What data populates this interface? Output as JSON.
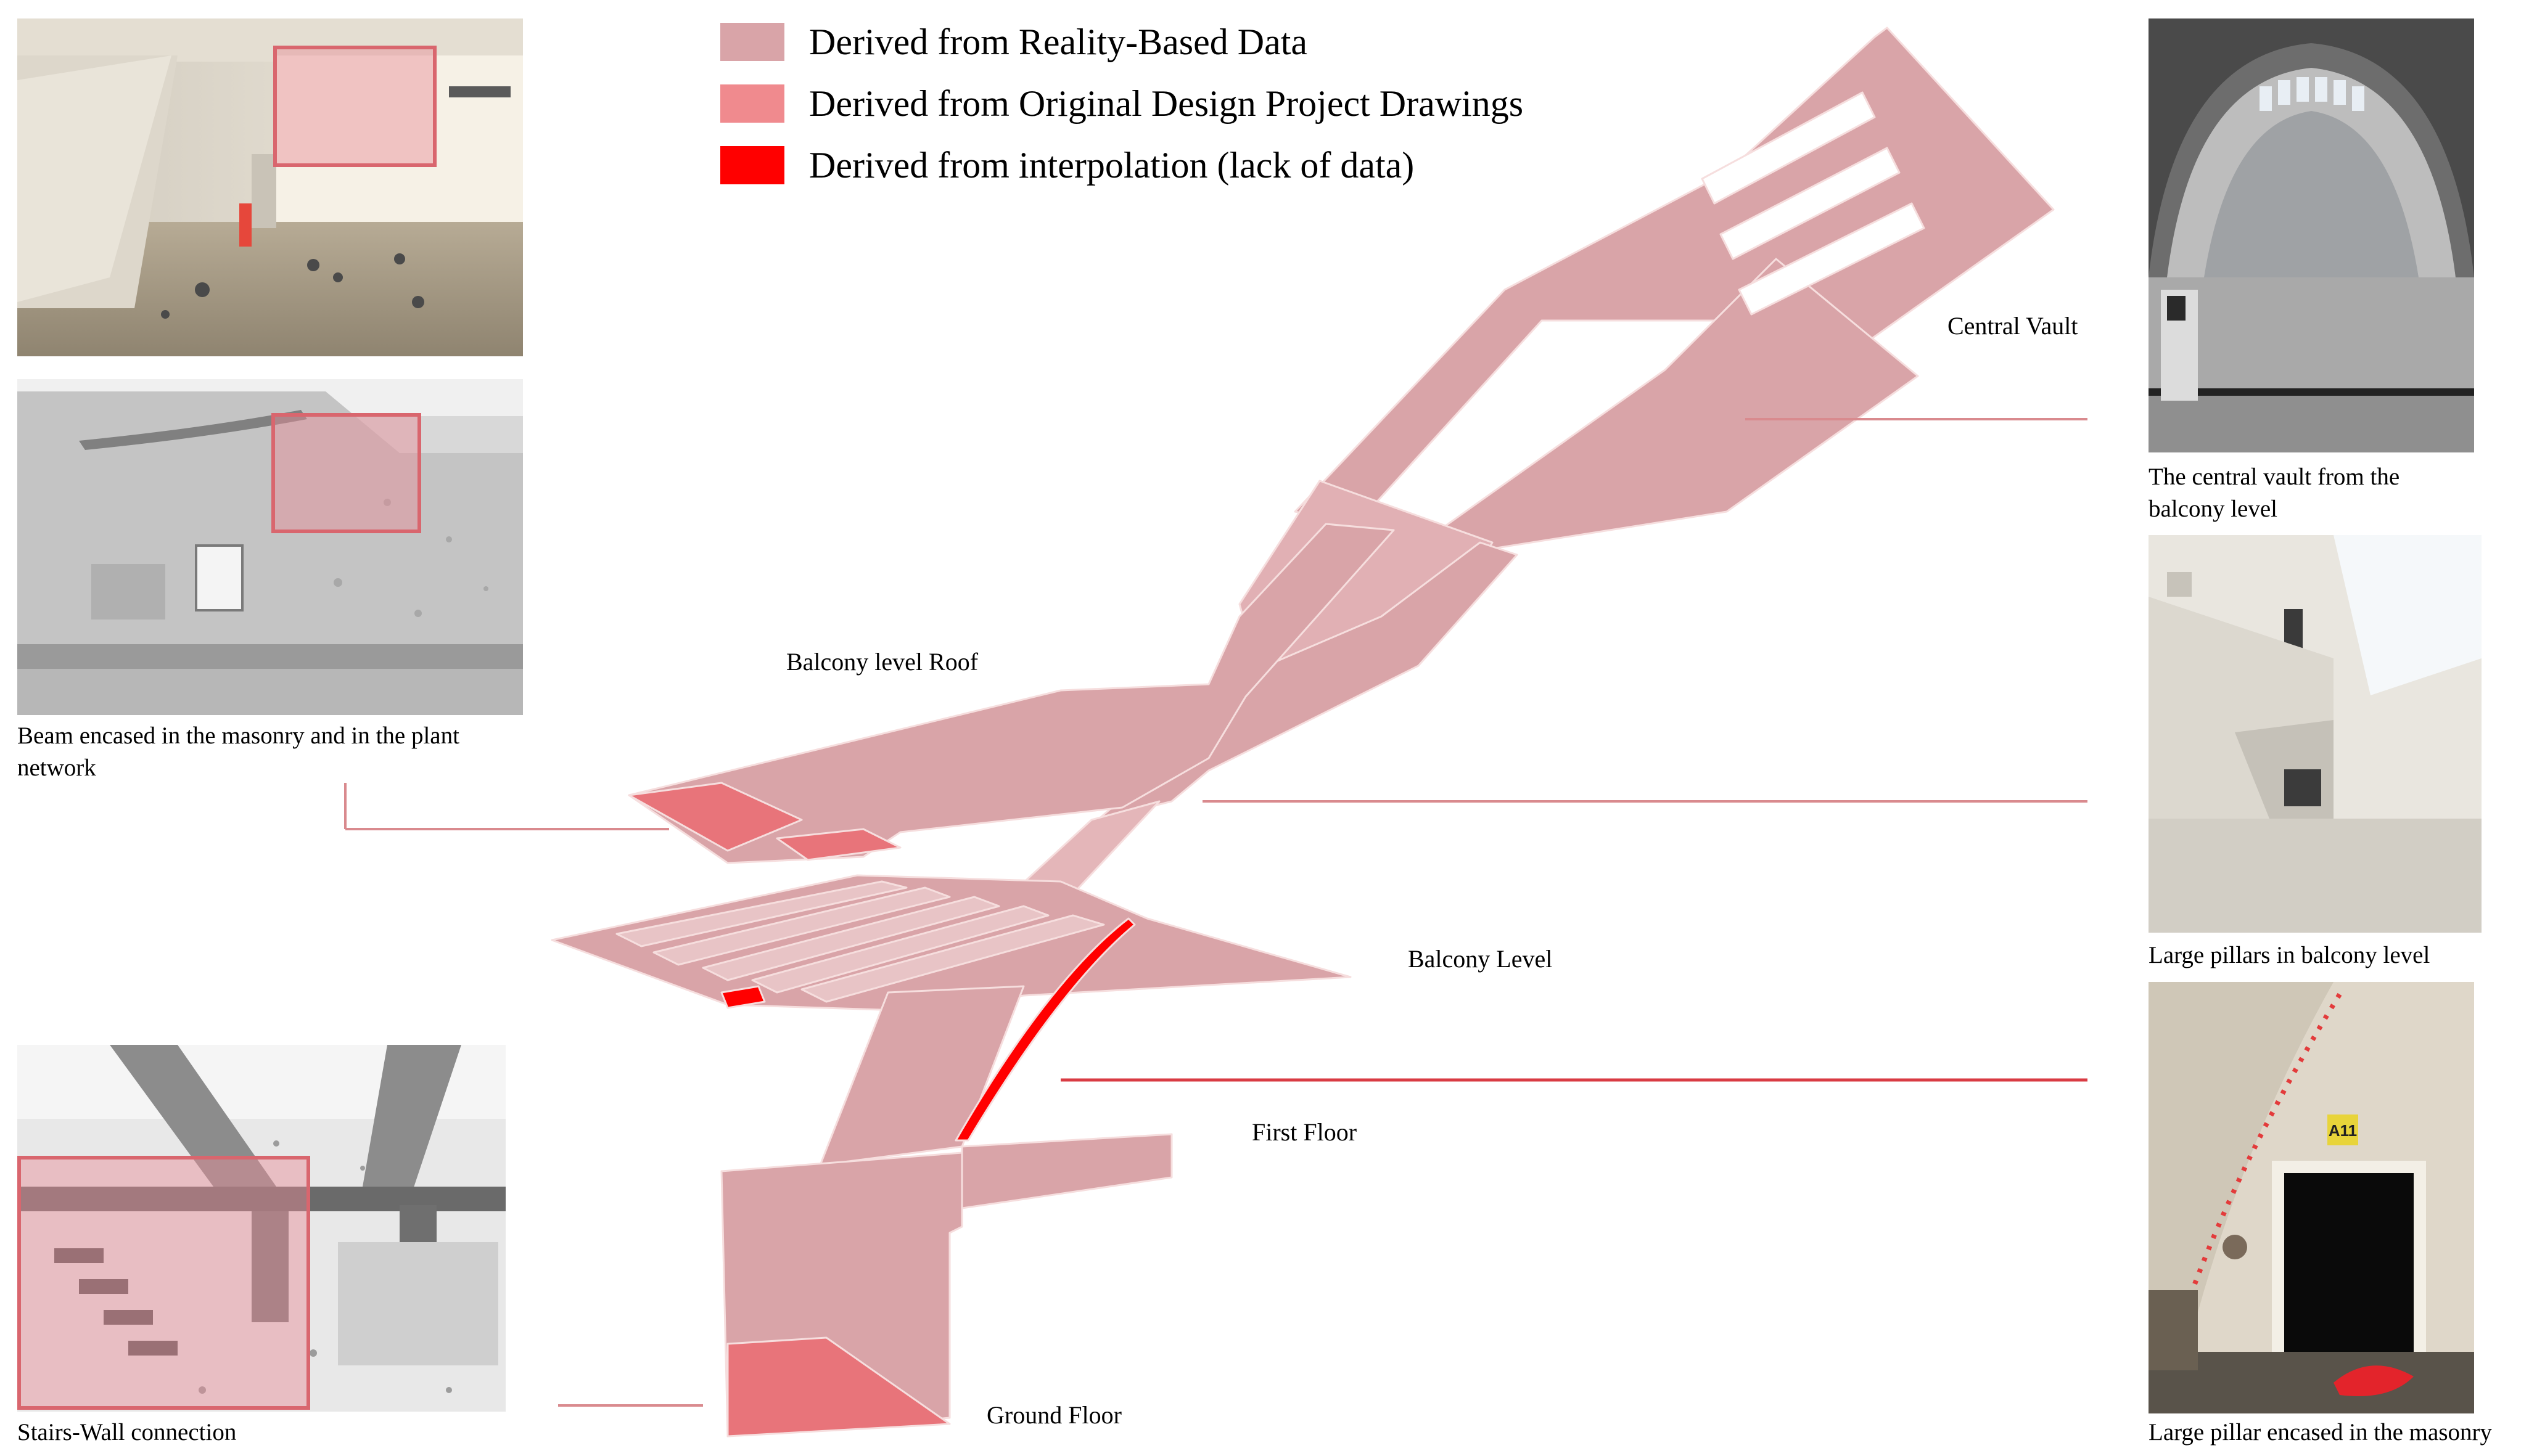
{
  "legend": [
    {
      "label": "Derived from Reality-Based Data",
      "color": "#d9a4a8"
    },
    {
      "label": "Derived from Original Design Project Drawings",
      "color": "#f08a8e"
    },
    {
      "label": "Derived from interpolation (lack of data)",
      "color": "#ff0000"
    }
  ],
  "levels": {
    "central_vault": "Central Vault",
    "balcony_roof": "Balcony level Roof",
    "balcony_level": "Balcony Level",
    "first_floor": "First Floor",
    "ground_floor": "Ground Floor"
  },
  "captions": {
    "beam": "Beam encased in the masonry and in the plant network",
    "stairs": "Stairs-Wall connection",
    "vault_photo": "The central vault from the balcony level",
    "pillars": "Large pillars in balcony level",
    "pillar_encased": "Large pillar encased in the masonry"
  },
  "photo_labels": {
    "sign": "A11"
  },
  "colors": {
    "reality": "#d9a4a8",
    "design": "#f08a8e",
    "interp": "#ff0000",
    "leader": "#d98a8e",
    "leader_strong": "#d93b43"
  }
}
